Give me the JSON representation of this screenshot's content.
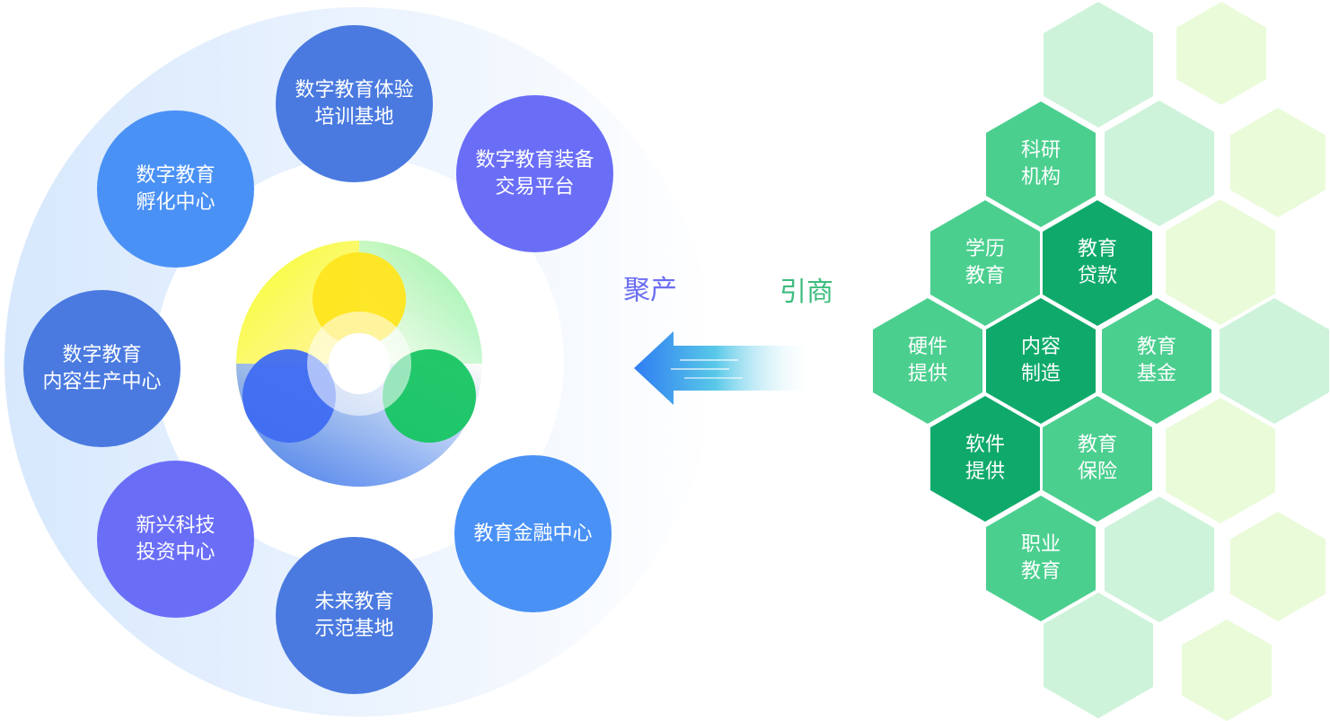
{
  "colors": {
    "circle_blue": "#4a91f5",
    "circle_navy": "#4a7ae0",
    "circle_purple": "#6a6ef7",
    "hex_mid_green": "#4bcf8f",
    "hex_dark_green": "#0faa6b",
    "hex_pale_green": "#cdf3da",
    "hex_pale_lime": "#eafbd9",
    "label_left": "#6b6ef2",
    "label_right": "#3cbd7e",
    "arrow": "#2f7df2"
  },
  "labels": {
    "left": "聚产",
    "right": "引商"
  },
  "circles": [
    {
      "id": "incubation",
      "text": "数字教育\n孵化中心"
    },
    {
      "id": "experience",
      "text": "数字教育体验\n培训基地"
    },
    {
      "id": "equipment",
      "text": "数字教育装备\n交易平台"
    },
    {
      "id": "content",
      "text": "数字教育\n内容生产中心"
    },
    {
      "id": "investment",
      "text": "新兴科技\n投资中心"
    },
    {
      "id": "future",
      "text": "未来教育\n示范基地"
    },
    {
      "id": "finance",
      "text": "教育金融中心"
    }
  ],
  "hexagons": [
    {
      "id": "research",
      "text": "科研\n机构"
    },
    {
      "id": "academic",
      "text": "学历\n教育"
    },
    {
      "id": "loan",
      "text": "教育\n贷款"
    },
    {
      "id": "hardware",
      "text": "硬件\n提供"
    },
    {
      "id": "content-making",
      "text": "内容\n制造"
    },
    {
      "id": "fund",
      "text": "教育\n基金"
    },
    {
      "id": "software",
      "text": "软件\n提供"
    },
    {
      "id": "insurance",
      "text": "教育\n保险"
    },
    {
      "id": "vocational",
      "text": "职业\n教育"
    }
  ]
}
